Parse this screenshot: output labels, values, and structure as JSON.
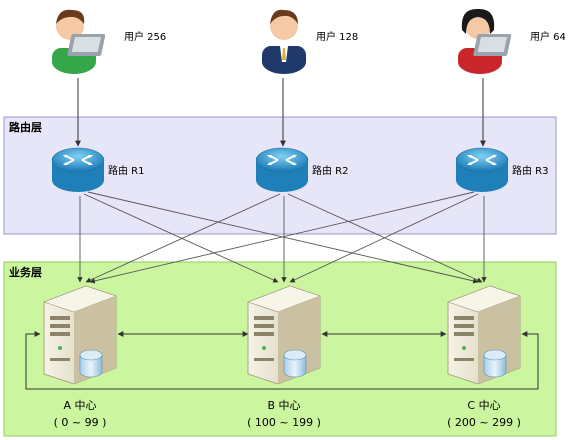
{
  "users": [
    {
      "label": "用户 256",
      "shirt": "#35a64a"
    },
    {
      "label": "用户 128",
      "shirt": "#1f3a6a"
    },
    {
      "label": "用户 64",
      "shirt": "#c8262a"
    }
  ],
  "routing_layer": {
    "title": "路由层"
  },
  "routers": [
    {
      "label": "路由 R1"
    },
    {
      "label": "路由 R2"
    },
    {
      "label": "路由 R3"
    }
  ],
  "business_layer": {
    "title": "业务层"
  },
  "centers": [
    {
      "name": "A 中心",
      "range": "( 0 ~ 99 )"
    },
    {
      "name": "B 中心",
      "range": "( 100 ~ 199 )"
    },
    {
      "name": "C 中心",
      "range": "( 200 ~ 299 )"
    }
  ],
  "colors": {
    "routing_fill": "#e6e6f8",
    "routing_stroke": "#9a9ad0",
    "business_fill": "#ccf59f",
    "business_stroke": "#8fcf55",
    "router_blue": "#3aa3d9",
    "server_body": "#e8e3cf"
  }
}
